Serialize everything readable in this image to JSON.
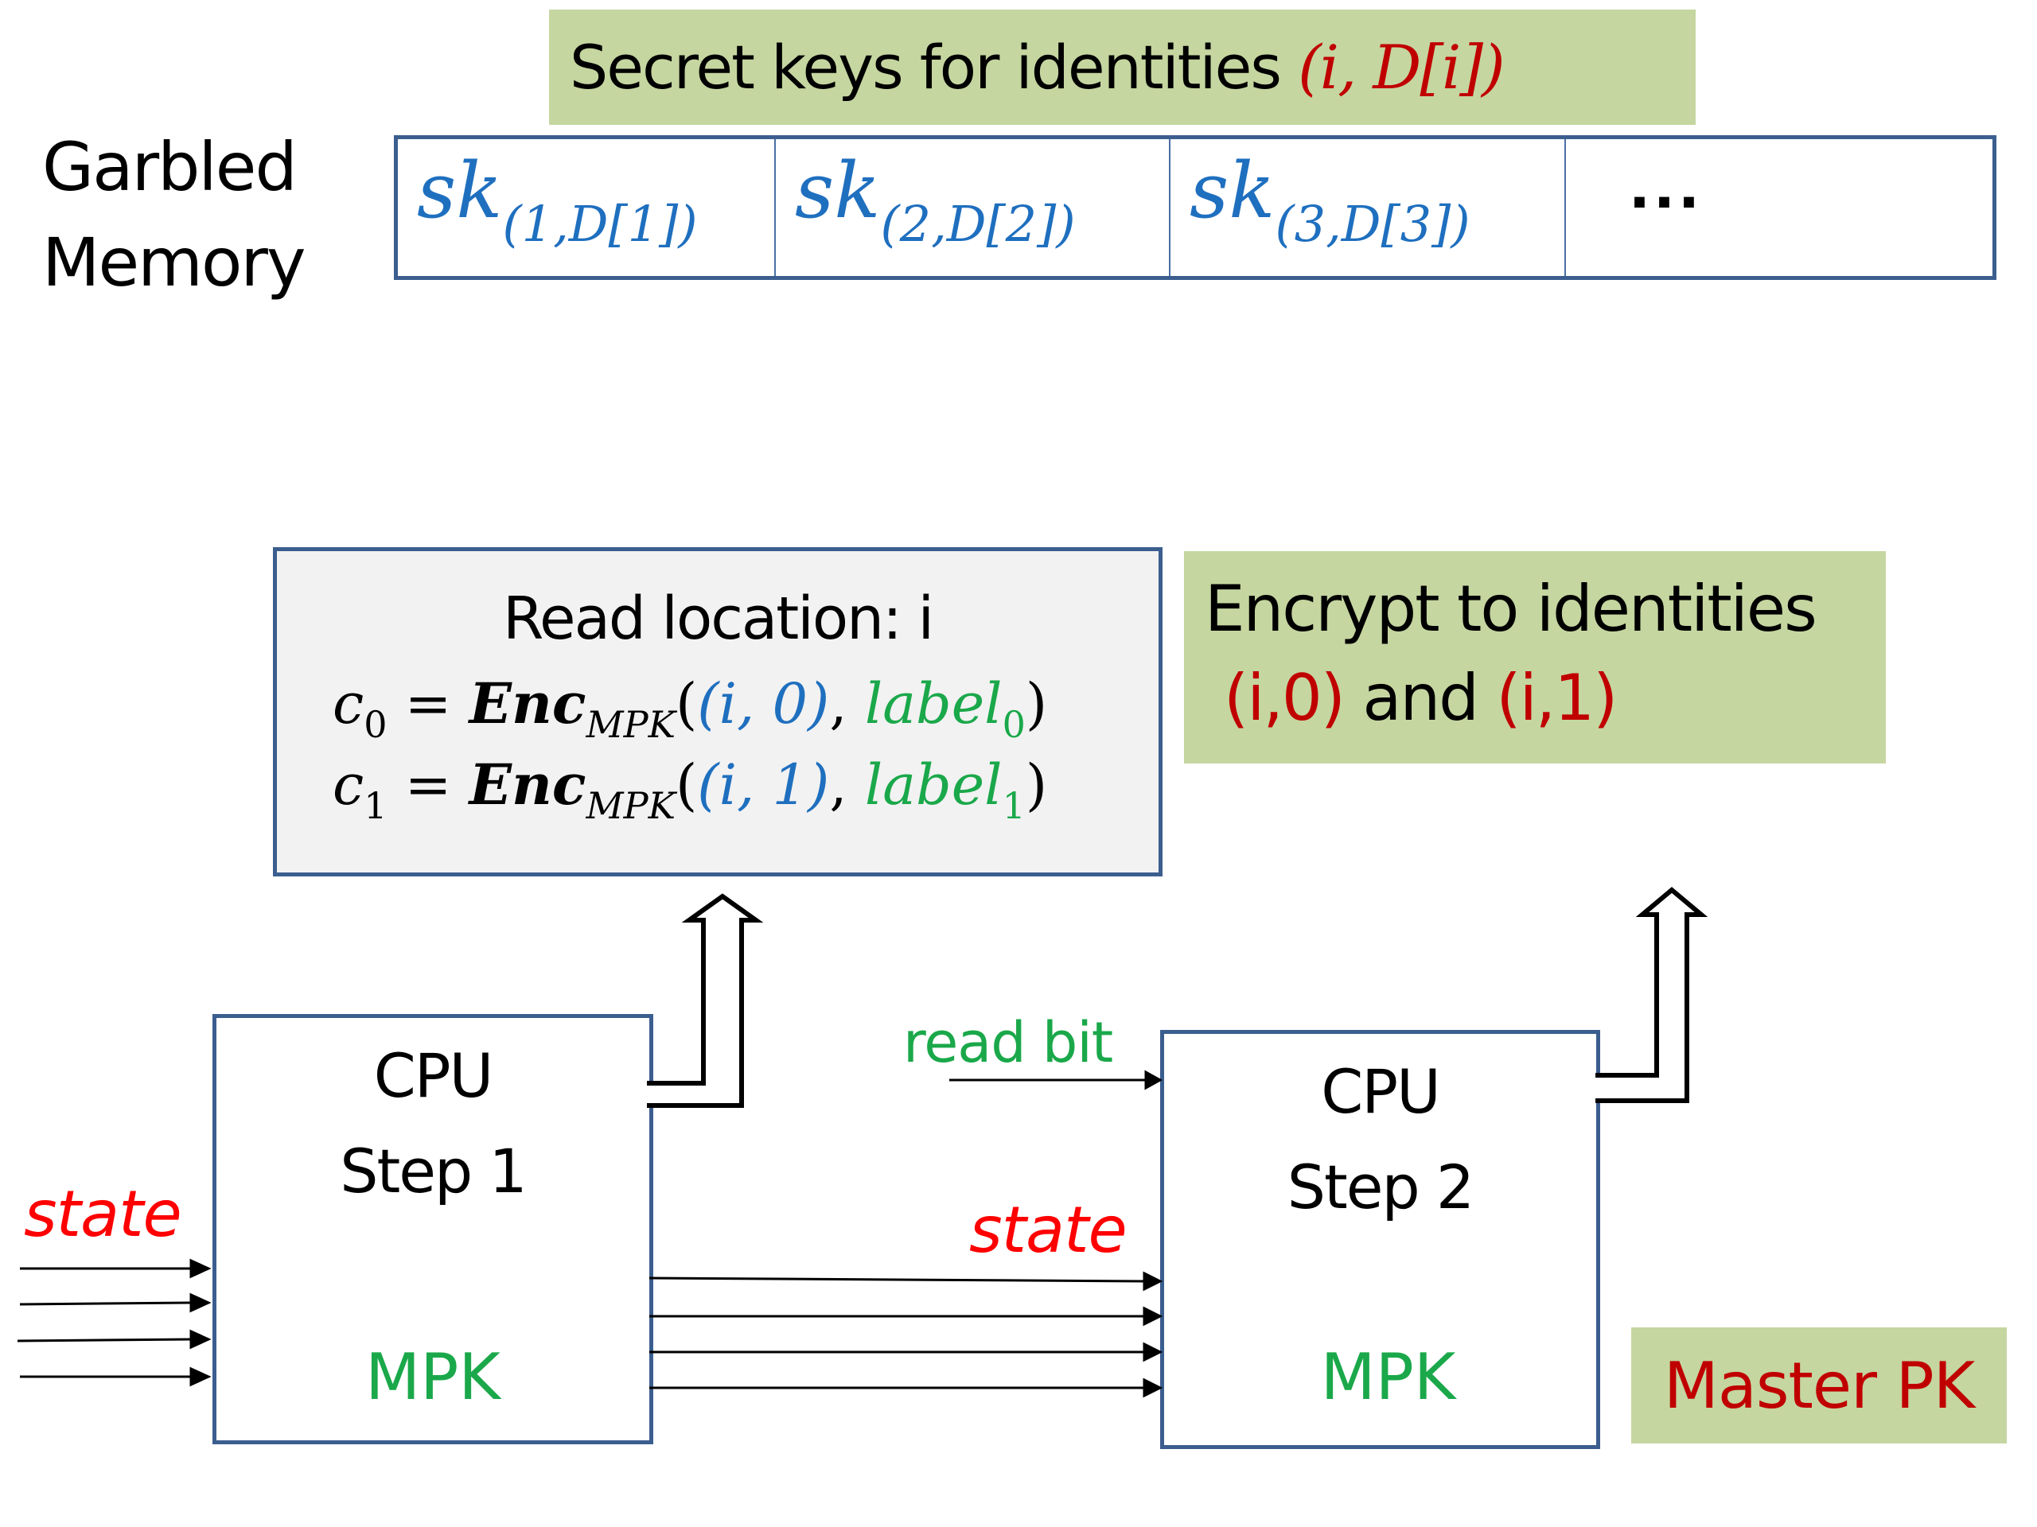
{
  "memory": {
    "label_line1": "Garbled",
    "label_line2": "Memory",
    "header": {
      "text": "Secret keys  for identities ",
      "identity_expr": "(i, D[i])"
    },
    "cells": [
      {
        "base": "sk",
        "subscript": "(1,D[1])"
      },
      {
        "base": "sk",
        "subscript": "(2,D[2])"
      },
      {
        "base": "sk",
        "subscript": "(3,D[3])"
      },
      {
        "base": "...",
        "subscript": ""
      }
    ]
  },
  "read_box": {
    "title": "Read location: i",
    "equations": [
      {
        "lhs": "c",
        "lhs_sub": "0",
        "eq": " = ",
        "fn": "Enc",
        "fn_sub": "MPK",
        "open": "(",
        "identity": "(i, 0)",
        "comma": ",  ",
        "label": "label",
        "label_sub": "0",
        "close": ")"
      },
      {
        "lhs": "c",
        "lhs_sub": "1",
        "eq": " = ",
        "fn": "Enc",
        "fn_sub": "MPK",
        "open": "(",
        "identity": "(i, 1)",
        "comma": ",  ",
        "label": "label",
        "label_sub": "1",
        "close": ")"
      }
    ]
  },
  "encrypt_note": {
    "line1": "Encrypt to identities",
    "id0": "(i,0)",
    "and": " and ",
    "id1": "(i,1)"
  },
  "cpu_steps": [
    {
      "line1": "CPU",
      "line2": "Step 1",
      "key": "MPK"
    },
    {
      "line1": "CPU",
      "line2": "Step 2",
      "key": "MPK"
    }
  ],
  "labels": {
    "state_in": "state",
    "state_mid": "state",
    "read_bit": "read  bit"
  },
  "master_pk": "Master PK",
  "colors": {
    "box_border": "#3b5e8f",
    "note_bg": "#c5d6a0",
    "identity_red": "#c00000",
    "state_red": "#ff0000",
    "key_blue": "#1f6fbf",
    "label_green": "#1aa84a",
    "read_box_bg": "#f2f2f2"
  }
}
